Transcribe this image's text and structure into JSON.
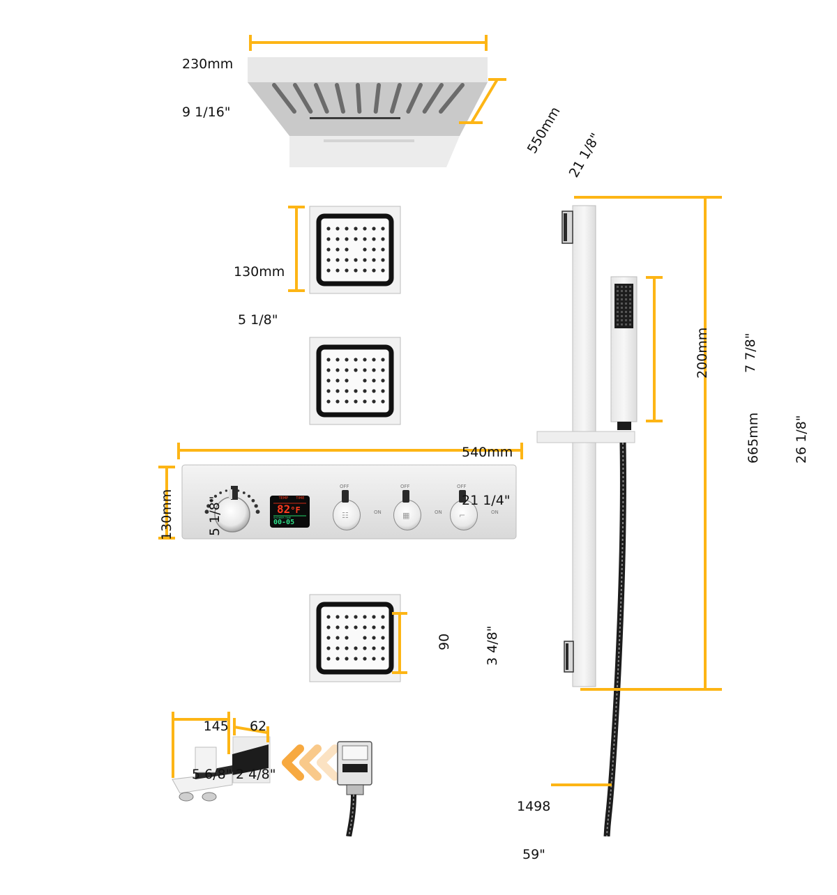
{
  "title": "Thermostatic shower system dimensions",
  "colors": {
    "dimension_line": "#FDB515",
    "chrome_light": "#ececec",
    "chrome_dark": "#1a1a1a",
    "display_red": "#ff3b1f",
    "display_green": "#2fe08a",
    "arrow_1": "#f7a940",
    "arrow_2": "#f9c98a",
    "arrow_3": "#fbe2c2"
  },
  "components": {
    "rain_head": {
      "name": "Rain shower head"
    },
    "body_jet": {
      "name": "Body jet",
      "count": 3
    },
    "control_panel": {
      "name": "Thermostatic control panel with digital display"
    },
    "slide_bar": {
      "name": "Slide bar"
    },
    "hand_shower": {
      "name": "Handheld shower"
    },
    "hose": {
      "name": "Shower hose"
    },
    "tub_spout": {
      "name": "Tub spout with diverter"
    },
    "wall_outlet": {
      "name": "Wall supply elbow / holder"
    }
  },
  "dimensions": {
    "rain_head_width": {
      "metric": "230mm",
      "imperial": "9 1/16\""
    },
    "rain_head_depth": {
      "metric": "550mm",
      "imperial": "21 1/8\""
    },
    "body_jet_height": {
      "metric": "130mm",
      "imperial": "5 1/8\""
    },
    "panel_width": {
      "metric": "540mm",
      "imperial": "21 1/4\""
    },
    "panel_height": {
      "metric": "130mm",
      "imperial": "5 1/8\""
    },
    "body_jet_inner": {
      "metric": "90",
      "imperial": "3 4/8\""
    },
    "hand_shower_length": {
      "metric": "200mm",
      "imperial": "7 7/8\""
    },
    "slide_bar_length": {
      "metric": "665mm",
      "imperial": "26 1/8\""
    },
    "spout_length": {
      "metric": "145",
      "imperial": "5 6/8\""
    },
    "spout_plate": {
      "metric": "62",
      "imperial": "2 4/8\""
    },
    "hose_length": {
      "metric": "1498",
      "imperial": "59\""
    }
  },
  "panel": {
    "display": {
      "header_left": "TEMP",
      "header_right": "TIME",
      "temperature": "82",
      "unit": "°F",
      "timer_label": "SHOWER TIME",
      "timer": "00-05"
    },
    "valves": [
      {
        "off_label": "OFF",
        "on_label": "ON",
        "icon": "rain-shower-icon"
      },
      {
        "off_label": "OFF",
        "on_label": "ON",
        "icon": "body-jet-icon"
      },
      {
        "off_label": "OFF",
        "on_label": "ON",
        "icon": "tub-spout-icon"
      }
    ]
  }
}
